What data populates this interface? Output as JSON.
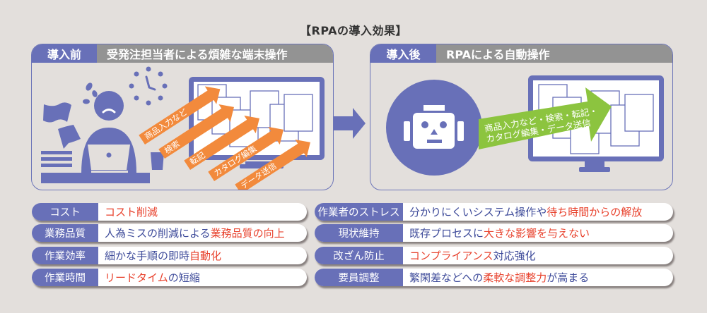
{
  "title": "【RPAの導入効果】",
  "colors": {
    "accent": "#6870b8",
    "header_gray": "#939393",
    "orange": "#f28a3c",
    "green": "#8cc43f",
    "highlight": "#e8412c",
    "text_blue": "#3e4b9a",
    "background": "#e3dfdc"
  },
  "before": {
    "tag": "導入前",
    "subtitle": "受発注担当者による煩雑な端末操作",
    "arrows": [
      "商品入力など",
      "検索",
      "転記",
      "カタログ編集",
      "データ送信"
    ],
    "icons": [
      "worried-worker-icon",
      "clock-icon",
      "flying-papers-icon",
      "laptop-icon",
      "cup-icon",
      "monitor-icon"
    ]
  },
  "after": {
    "tag": "導入後",
    "subtitle": "RPAによる自動操作",
    "arrow_line1": "商品入力など・検索・転記・",
    "arrow_line2": "カタログ編集・データ送信",
    "icons": [
      "robot-icon",
      "monitor-icon"
    ]
  },
  "left_rows": [
    {
      "label": "コスト",
      "parts": [
        {
          "t": "コスト削減",
          "h": true
        }
      ]
    },
    {
      "label": "業務品質",
      "parts": [
        {
          "t": "人為ミスの削減による",
          "h": false
        },
        {
          "t": "業務品質の向上",
          "h": true
        }
      ]
    },
    {
      "label": "作業効率",
      "parts": [
        {
          "t": "細かな手順の即時",
          "h": false
        },
        {
          "t": "自動化",
          "h": true
        }
      ]
    },
    {
      "label": "作業時間",
      "parts": [
        {
          "t": "リードタイム",
          "h": true
        },
        {
          "t": "の短縮",
          "h": false
        }
      ]
    }
  ],
  "right_rows": [
    {
      "label": "作業者のストレス",
      "parts": [
        {
          "t": "分かりにくいシステム操作や",
          "h": false
        },
        {
          "t": "待ち時間からの解放",
          "h": true
        }
      ]
    },
    {
      "label": "現状維持",
      "parts": [
        {
          "t": "既存プロセスに",
          "h": false
        },
        {
          "t": "大きな影響を与えない",
          "h": true
        }
      ]
    },
    {
      "label": "改ざん防止",
      "parts": [
        {
          "t": "コンプライアンス",
          "h": true
        },
        {
          "t": "対応強化",
          "h": false
        }
      ]
    },
    {
      "label": "要員調整",
      "parts": [
        {
          "t": "繁閑差などへの",
          "h": false
        },
        {
          "t": "柔軟な調整力",
          "h": true
        },
        {
          "t": "が高まる",
          "h": false
        }
      ]
    }
  ]
}
